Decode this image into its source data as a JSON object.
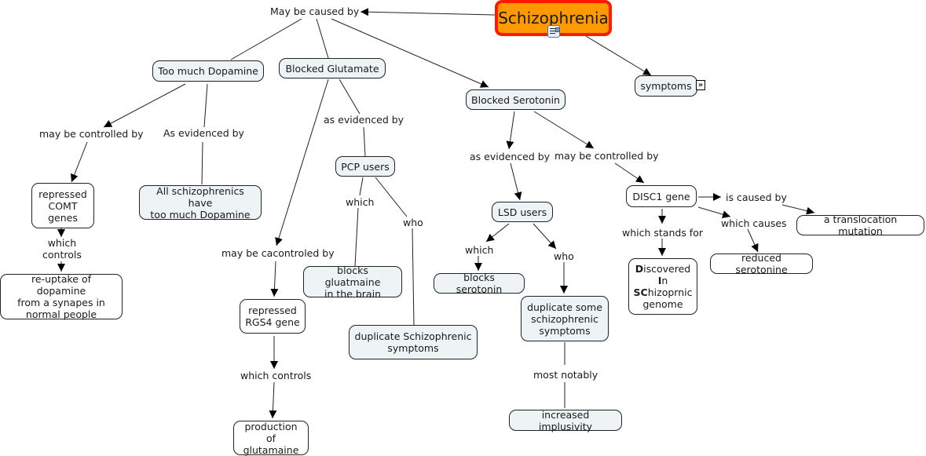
{
  "map": {
    "root": {
      "label": "Schizophrenia",
      "fill": "#ff9900",
      "border": "#ff1a00"
    },
    "concepts": {
      "too_much_dopamine": "Too much Dopamine",
      "blocked_glutamate": "Blocked  Glutamate",
      "blocked_serotonin": "Blocked Serotonin",
      "symptoms": "symptoms",
      "repressed_comt": "repressed\nCOMT\ngenes",
      "all_schizophrenics": "All schizophrenics have\ntoo much Dopamine",
      "reuptake_dopamine": "re-uptake of dopamine\nfrom a synapes in\nnormal people",
      "pcp_users": "PCP users",
      "blocks_gluatmaine": "blocks gluatmaine\nin the brain",
      "duplicate_schizophrenic": "duplicate Schizophrenic\nsymptoms",
      "repressed_rgs4": "repressed\nRGS4 gene",
      "production_glutamaine": "production of\nglutamaine",
      "lsd_users": "LSD users",
      "blocks_serotonin": "blocks serotonin",
      "duplicate_some": "duplicate some\nschizophrenic\nsymptoms",
      "increased_implusivity": "increased implusivity",
      "disc1_gene": "DISC1 gene",
      "translocation": "a translocation mutation",
      "reduced_serotonine": "reduced serotonine",
      "disc1_acronym": {
        "line1_bold": "D",
        "line1_rest": "iscovered",
        "line2_bold": "I",
        "line2_rest": "n",
        "line3_bold": "SC",
        "line3_rest": "hizoprnic",
        "line4": "genome"
      }
    },
    "links": {
      "may_be_caused_by": "May be caused by",
      "may_be_controlled_by_1": "may be controlled by",
      "as_evidenced_by_1": "As evidenced by",
      "which_controls_1": "which\ncontrols",
      "as_evidenced_by_2": "as evidenced by",
      "which_1": "which",
      "who_1": "who",
      "may_be_cacontroled_by": "may be cacontroled by",
      "which_controls_2": "which controls",
      "as_evidenced_by_3": "as evidenced by",
      "may_be_controlled_by_2": "may be controlled by",
      "which_2": "which",
      "who_2": "who",
      "most_notably": "most notably",
      "is_caused_by": "is caused by",
      "which_causes": "which causes",
      "which_stands_for": "which stands for"
    },
    "icons": {
      "root_resource": "note-resource-icon",
      "symptoms_expand": "expand-submap-icon"
    }
  }
}
